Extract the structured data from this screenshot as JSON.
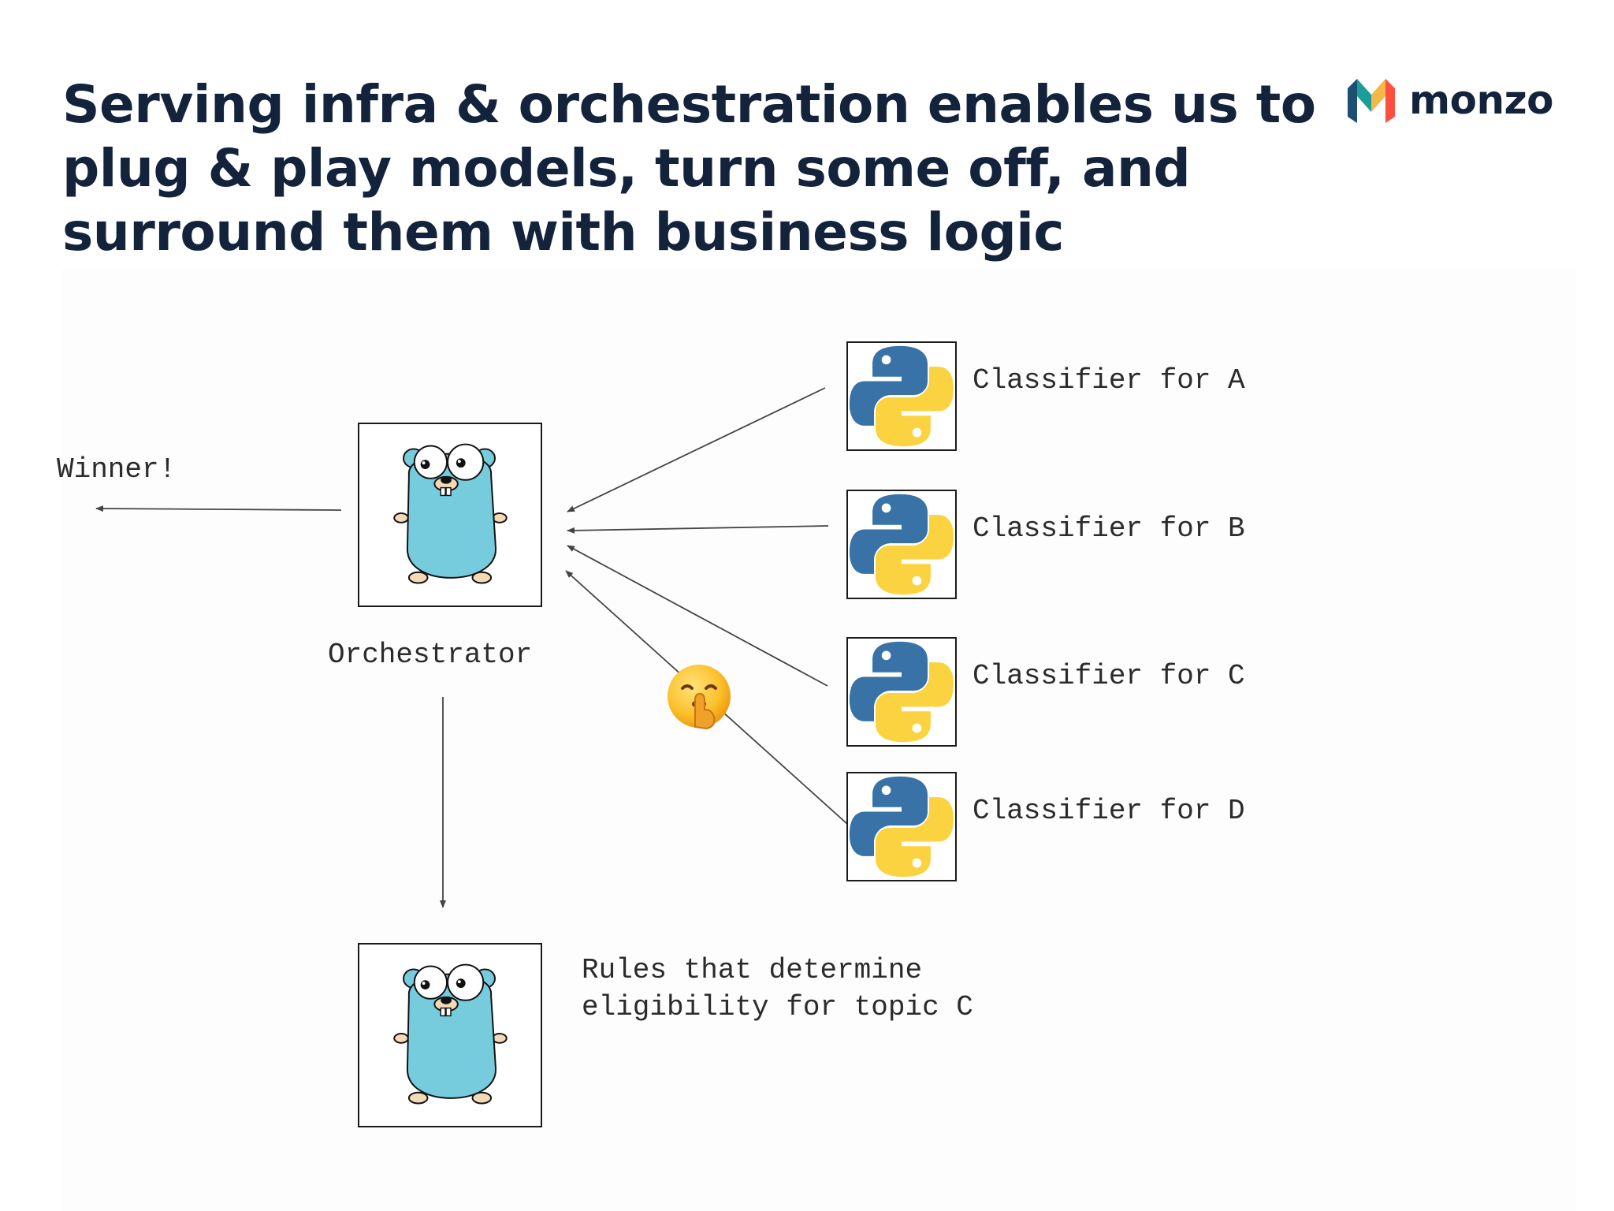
{
  "slide": {
    "title_lines": [
      "Serving infra & orchestration enables us to",
      "plug & play models, turn some off, and",
      "surround them with business logic"
    ]
  },
  "brand": {
    "name": "monzo",
    "colors": {
      "navy": "#14233c",
      "coral": "#ff4f40",
      "teal": "#1b9e9a",
      "yellow": "#f3b847",
      "blue": "#1d4f73"
    }
  },
  "diagram": {
    "output_label": "Winner!",
    "orchestrator_label": "Orchestrator",
    "classifiers": [
      {
        "label": "Classifier for A",
        "icon": "python-logo-icon"
      },
      {
        "label": "Classifier for B",
        "icon": "python-logo-icon"
      },
      {
        "label": "Classifier for C",
        "icon": "python-logo-icon"
      },
      {
        "label": "Classifier for D",
        "icon": "python-logo-icon",
        "muted": true
      }
    ],
    "rules_label_lines": [
      "Rules that determine",
      "eligibility for topic C"
    ],
    "gopher_icon": "go-gopher-icon",
    "muted_icon": "shushing-face-icon"
  }
}
